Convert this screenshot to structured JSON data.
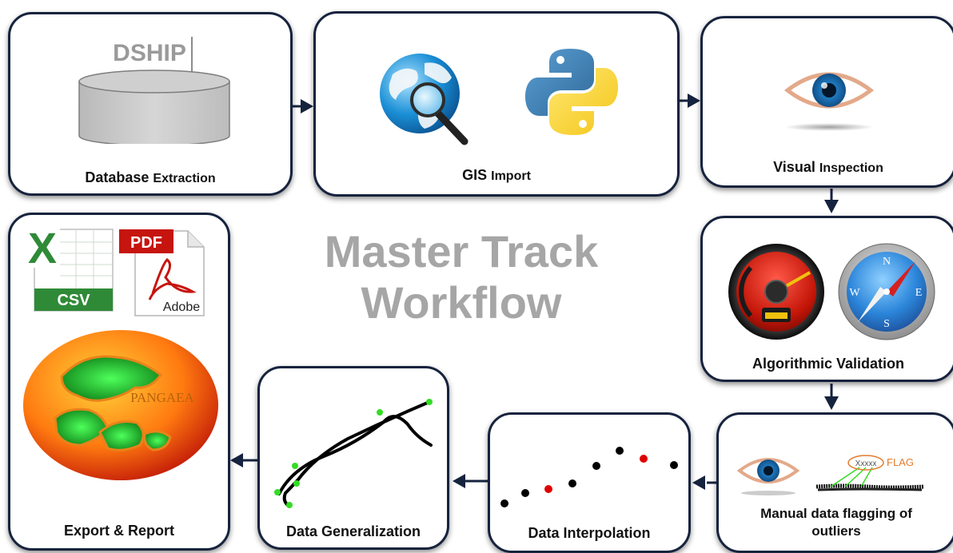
{
  "title": {
    "line1": "Master Track",
    "line2": "Workflow"
  },
  "steps": {
    "database_extraction": {
      "bold": "Database",
      "rest": "Extraction",
      "db_label": "DSHIP"
    },
    "gis_import": {
      "bold": "GIS",
      "rest": "Import"
    },
    "visual_inspection": {
      "bold": "Visual",
      "rest": "Inspection"
    },
    "algorithmic_validation": {
      "label": "Algorithmic Validation",
      "compass_letters": [
        "N",
        "S",
        "E",
        "W"
      ]
    },
    "manual_flagging": {
      "line1": "Manual data flagging of",
      "line2": "outliers",
      "flag_text": "FLAG",
      "flag_mark": "Xxxxx"
    },
    "data_interpolation": {
      "label": "Data Interpolation"
    },
    "data_generalization": {
      "label": "Data Generalization"
    },
    "export_report": {
      "label": "Export & Report",
      "csv_label": "CSV",
      "excel_letter": "X",
      "pdf_label": "PDF",
      "adobe_label": "Adobe",
      "pangaea_label": "PANGAEA"
    }
  },
  "colors": {
    "box_border": "#16233e",
    "arrow": "#16233e",
    "title": "#a6a6a6",
    "outlier": "#e00000",
    "point": "#000000",
    "node": "#33dd22"
  }
}
